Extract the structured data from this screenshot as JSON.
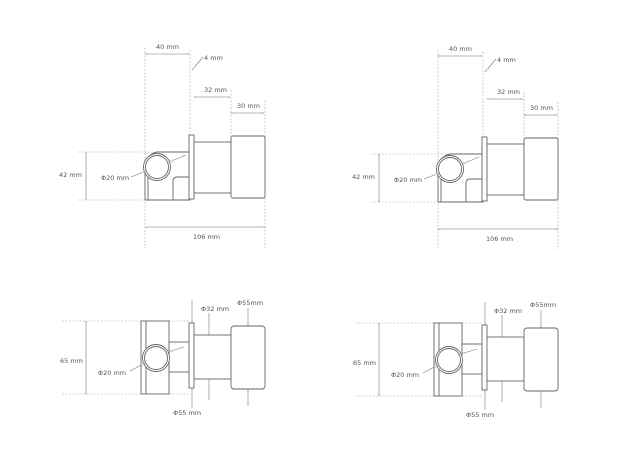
{
  "drawings": [
    {
      "side_view": {
        "width_body": "40 mm",
        "flange": "4 mm",
        "tube_length": "32 mm",
        "cap_length": "30 mm",
        "height": "42 mm",
        "pipe_diameter": "Φ20 mm",
        "total_length": "106 mm"
      },
      "front_view": {
        "height": "65 mm",
        "pipe_diameter": "Φ20 mm",
        "tube_diameter": "Φ32 mm",
        "cap_diameter": "Φ55mm",
        "flange_diameter": "Φ55 mm"
      }
    },
    {
      "side_view": {
        "width_body": "40 mm",
        "flange": "4 mm",
        "tube_length": "32 mm",
        "cap_length": "30 mm",
        "height": "42 mm",
        "pipe_diameter": "Φ20 mm",
        "total_length": "106 mm"
      },
      "front_view": {
        "height": "65 mm",
        "pipe_diameter": "Φ20 mm",
        "tube_diameter": "Φ32 mm",
        "cap_diameter": "Φ55mm",
        "flange_diameter": "Φ55 mm"
      }
    }
  ],
  "colors": {
    "line": "#666666",
    "extension_line": "#aaaaaa",
    "text": "#555555"
  }
}
